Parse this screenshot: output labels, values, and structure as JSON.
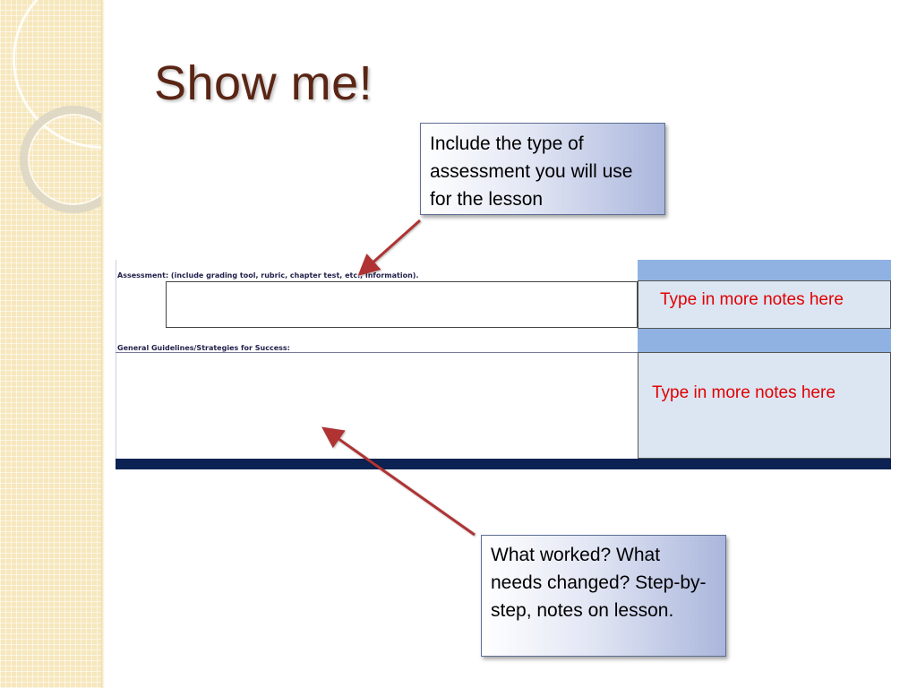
{
  "slide": {
    "title": "Show me!"
  },
  "callouts": {
    "top": "Include the type of assessment you will use for the lesson",
    "bottom": "What worked? What needs changed? Step-by-step, notes on lesson."
  },
  "form": {
    "assessment_label": "Assessment: (include grading tool, rubric, chapter test, etc., information).",
    "guidelines_label": "General Guidelines/Strategies for Success:",
    "notes_1": "Type in more notes here",
    "notes_2": "Type in more notes here"
  },
  "colors": {
    "title": "#5a2514",
    "notes_text": "#e00000",
    "arrow": "#b03232",
    "right_column": "#8fb2e3",
    "notes_fill": "#dce6f2",
    "bottom_bar": "#0b2253"
  }
}
